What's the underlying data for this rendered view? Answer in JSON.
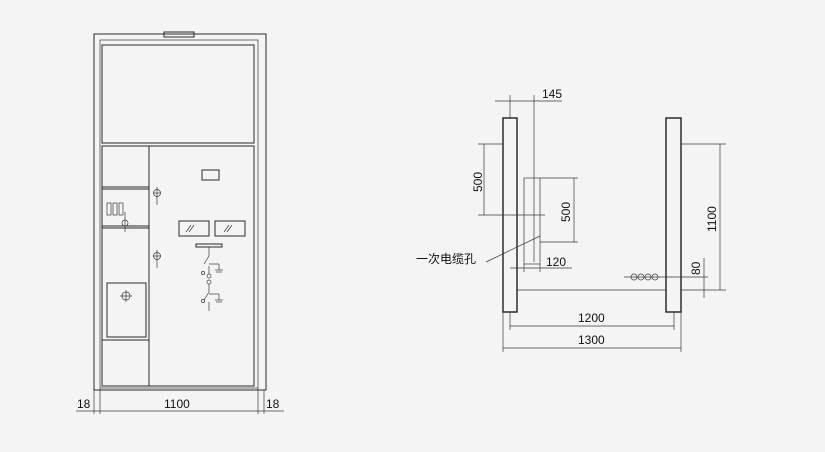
{
  "front_view": {
    "dim_left_flange": "18",
    "dim_width": "1100",
    "dim_right_flange": "18"
  },
  "base_plan": {
    "dim_145": "145",
    "dim_500_left": "500",
    "dim_500_inner": "500",
    "dim_120": "120",
    "dim_1100": "1100",
    "dim_80": "80",
    "dim_1200": "1200",
    "dim_1300": "1300",
    "cable_hole_label": "一次电缆孔"
  }
}
